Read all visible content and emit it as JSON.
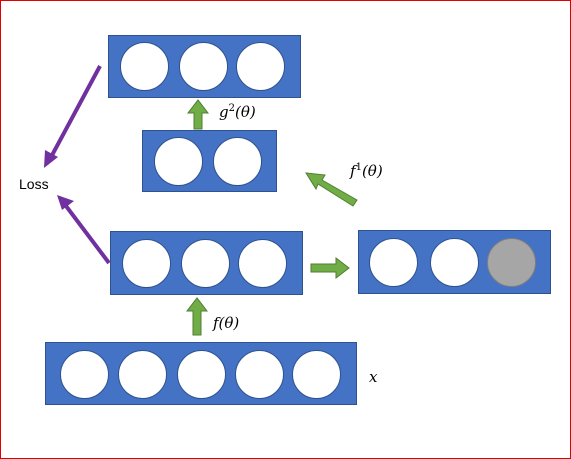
{
  "labels": {
    "loss": "Loss",
    "f_theta": "f(θ)",
    "g2_base": "g",
    "g2_sup": "2",
    "g2_arg": "(θ)",
    "f1_base": "f",
    "f1_sup": "1",
    "f1_arg": "(θ)",
    "x": "x"
  },
  "layers": {
    "input": {
      "nodes": 5
    },
    "hidden": {
      "nodes": 3
    },
    "masked": {
      "nodes": 3,
      "shaded_index": 2
    },
    "middle": {
      "nodes": 2
    },
    "top": {
      "nodes": 3
    }
  },
  "colors": {
    "layer_fill": "#4472c4",
    "node_fill": "#ffffff",
    "shaded_node": "#a6a6a6",
    "green_arrow": "#70ad47",
    "purple_arrow": "#7030a0",
    "frame": "#e00000"
  }
}
